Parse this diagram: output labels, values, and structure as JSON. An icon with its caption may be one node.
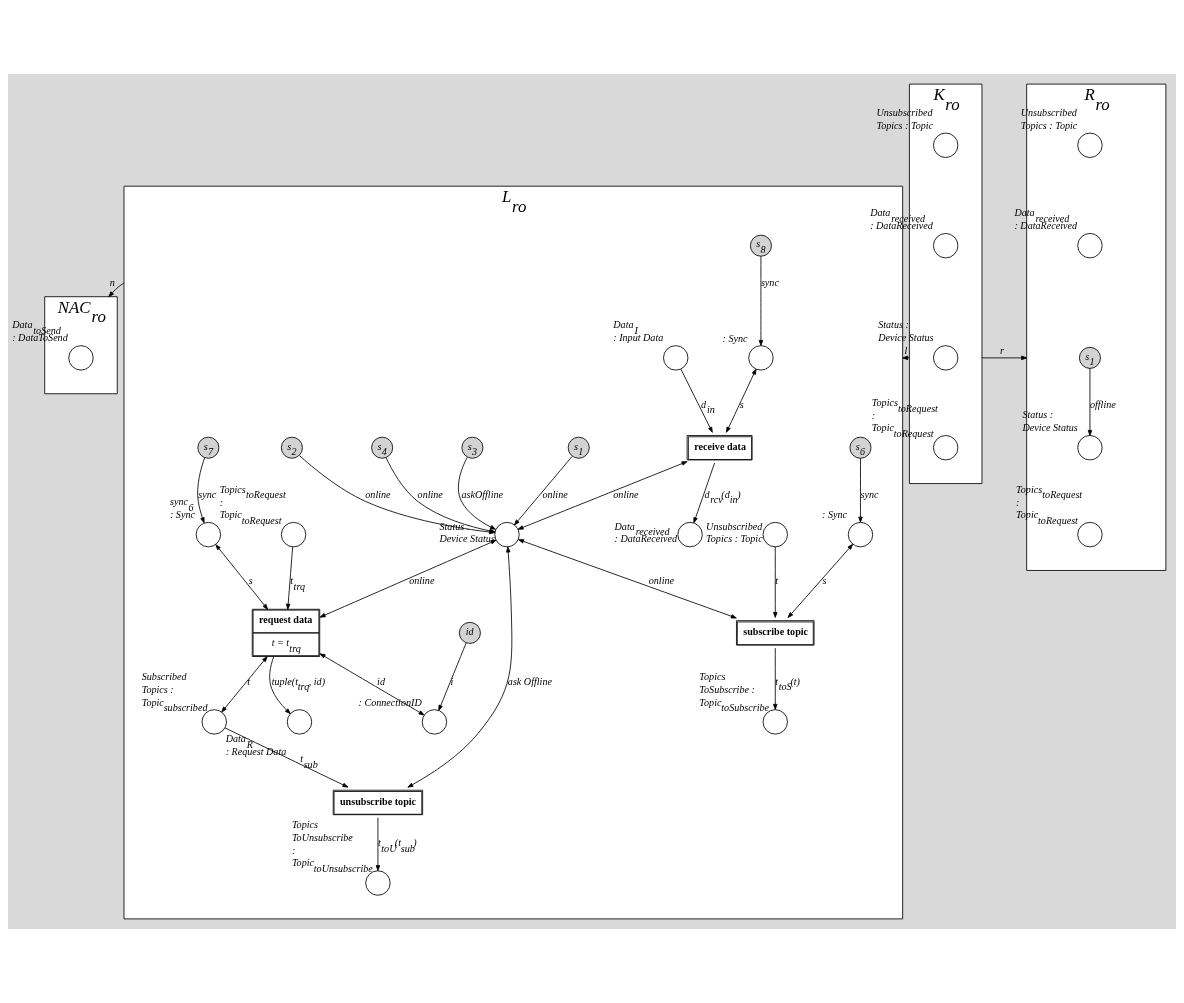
{
  "diagram": {
    "nodes": [
      {
        "text": [
          "NAC$_{ro}$"
        ]
      },
      {
        "text": [
          "Data$_{toSend}$ : DataToSend"
        ],
        "in": 0
      },
      {
        "text": [
          "L$_{ro}$"
        ]
      },
      {
        "text": [
          "s$_{6}$"
        ],
        "in": 2
      },
      {
        "text": [
          ": Sync"
        ],
        "in": 2
      },
      {
        "text": [
          "subscribe topic"
        ],
        "in": 2
      },
      {
        "text": [
          "Unsubscribed Topics : Topic"
        ],
        "in": 2
      },
      {
        "text": [
          "Topics ToUnsubscribe : Topic$_{toUnsubscribe}$"
        ],
        "in": 2
      },
      {
        "text": [
          "unsubscribe topic"
        ],
        "in": 2
      },
      {
        "text": [
          "Topics ToSubscribe : Topic$_{toSubscribe}$"
        ],
        "in": 2
      },
      {
        "text": [
          "s$_{3}$"
        ],
        "in": 2
      },
      {
        "text": [
          "s$_{4}$"
        ],
        "in": 2
      },
      {
        "text": [
          "Subscribed Topics : Topic$_{subscribed}$"
        ],
        "in": 2
      },
      {
        "text": [
          "s$_{8}$"
        ],
        "in": 2
      },
      {
        "text": [
          "Data$_{I}$ : Input Data"
        ],
        "in": 2
      },
      {
        "text": [
          ": Sync"
        ],
        "in": 2
      },
      {
        "text": [
          "receive data"
        ],
        "in": 2
      },
      {
        "text": [
          "Status : Device Status"
        ],
        "in": 2
      },
      {
        "text": [
          "Data$_{received}$ : DataReceived"
        ],
        "in": 2
      },
      {
        "text": [
          "s$_{1}$"
        ],
        "in": 2
      },
      {
        "text": [
          "s$_{2}$"
        ],
        "in": 2
      },
      {
        "text": [
          "id"
        ],
        "in": 2
      },
      {
        "text": [
          ": ConnectionID"
        ],
        "in": 2
      },
      {
        "text": [
          "s$_{7}$"
        ],
        "in": 2
      },
      {
        "text": [
          "sync$_{6}$ : Sync"
        ],
        "in": 2
      },
      {
        "text": [
          "Data$_{R}$ : Request Data"
        ],
        "in": 2
      },
      {
        "text": [
          "request data",
          "t = t$_{trq}$"
        ],
        "in": 2
      },
      {
        "text": [
          "Topics$_{toRequest}$ : Topic$_{toRequest}$"
        ],
        "in": 2
      },
      {
        "text": [
          "K$_{ro}$"
        ]
      },
      {
        "text": [
          "Unsubscribed Topics : Topic"
        ],
        "in": 28
      },
      {
        "text": [
          "Data$_{received}$ : DataReceived"
        ],
        "in": 28
      },
      {
        "text": [
          "Status : Device Status"
        ],
        "in": 28
      },
      {
        "text": [
          "Topics$_{toRequest}$ : Topic$_{toRequest}$"
        ],
        "in": 28
      },
      {
        "text": [
          "R$_{ro}$"
        ]
      },
      {
        "text": [
          "Unsubscribed Topics : Topic"
        ],
        "in": 33
      },
      {
        "text": [
          "Data$_{received}$ : DataReceived"
        ],
        "in": 33
      },
      {
        "text": [
          "s$_{1}$"
        ],
        "in": 33
      },
      {
        "text": [
          "Status : Device Status"
        ],
        "in": 33
      },
      {
        "text": [
          "Topics$_{toRequest}$ : Topic$_{toRequest}$"
        ],
        "in": 33
      }
    ],
    "edges": [
      {
        "from": 3,
        "to": 4,
        "arrow": "to",
        "label": "sync"
      },
      {
        "from": 4,
        "to": 5,
        "arrow": "both",
        "label": "s"
      },
      {
        "from": 6,
        "to": 5,
        "arrow": "to",
        "label": "t"
      },
      {
        "from": 5,
        "to": 9,
        "arrow": "to",
        "label": "t$_{toS}$(t)"
      },
      {
        "from": 8,
        "to": 7,
        "arrow": "to",
        "label": "t$_{toU}$(t$_{sub}$)"
      },
      {
        "from": 12,
        "to": 8,
        "arrow": "to",
        "label": "t$_{sub}$"
      },
      {
        "from": 17,
        "to": 5,
        "arrow": "both",
        "label": "online"
      },
      {
        "from": 10,
        "to": 17,
        "arrow": "to",
        "label": "askOffline"
      },
      {
        "from": 11,
        "to": 17,
        "arrow": "to",
        "label": "online"
      },
      {
        "from": 17,
        "to": 8,
        "arrow": "both",
        "label": "ask Offline"
      },
      {
        "from": 26,
        "to": 12,
        "arrow": "both",
        "label": "t"
      },
      {
        "from": 13,
        "to": 15,
        "arrow": "to",
        "label": "sync"
      },
      {
        "from": 15,
        "to": 16,
        "arrow": "both",
        "label": "s"
      },
      {
        "from": 14,
        "to": 16,
        "arrow": "to",
        "label": "d$_{in}$"
      },
      {
        "from": 16,
        "to": 17,
        "arrow": "both",
        "label": "online"
      },
      {
        "from": 16,
        "to": 18,
        "arrow": "to",
        "label": "d$_{rcv}$(d$_{in}$)"
      },
      {
        "from": 19,
        "to": 17,
        "arrow": "to",
        "label": "online"
      },
      {
        "from": 20,
        "to": 17,
        "arrow": "to",
        "label": "online"
      },
      {
        "from": 21,
        "to": 22,
        "arrow": "to",
        "label": "i"
      },
      {
        "from": 26,
        "to": 22,
        "arrow": "both",
        "label": "id"
      },
      {
        "from": 23,
        "to": 24,
        "arrow": "to",
        "label": "sync"
      },
      {
        "from": 24,
        "to": 26,
        "arrow": "both",
        "label": "s"
      },
      {
        "from": 17,
        "to": 26,
        "arrow": "both",
        "label": "online"
      },
      {
        "from": 26,
        "to": 25,
        "arrow": "to",
        "label": "tuple(t$_{trq}$, id)"
      },
      {
        "from": 27,
        "to": 26,
        "arrow": "to",
        "label": "t$_{trq}$"
      },
      {
        "from": 36,
        "to": 37,
        "arrow": "to",
        "label": "offline"
      },
      {
        "from": 2,
        "to": 0,
        "arrow": "to",
        "label": "n"
      },
      {
        "from": 28,
        "to": 2,
        "arrow": "to",
        "label": "l"
      },
      {
        "from": 28,
        "to": 33,
        "arrow": "to",
        "label": "r"
      }
    ]
  }
}
